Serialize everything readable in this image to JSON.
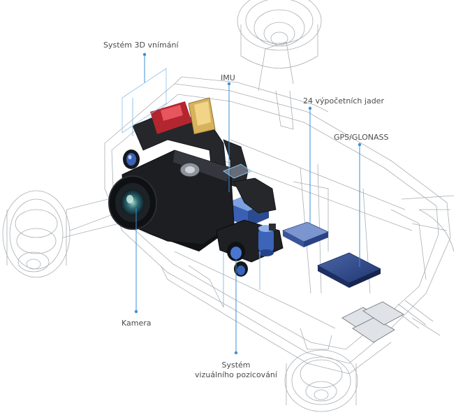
{
  "labels": {
    "system_3d": "Systém 3D vnímání",
    "imu": "IMU",
    "cores": "24 výpočetních jader",
    "gps": "GPS/GLONASS",
    "camera": "Kamera",
    "vision_line1": "Systém",
    "vision_line2": "vizuálního pozicování"
  },
  "colors": {
    "callout": "#3d8fd6",
    "wire": "#9aa0a6",
    "chip_blue": "#2f4f8a",
    "camera_body": "#1b1d21"
  }
}
